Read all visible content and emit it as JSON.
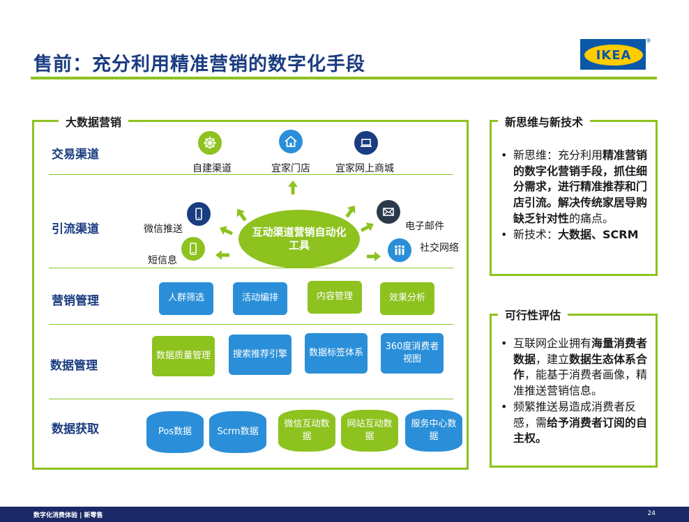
{
  "title": "售前：充分利用精准营销的数字化手段",
  "logo": {
    "text": "IKEA",
    "reg": "®"
  },
  "left_panel": {
    "title": "大数据营销",
    "rows": {
      "transaction": "交易渠道",
      "traffic": "引流渠道",
      "marketing": "营销管理",
      "data_mgmt": "数据管理",
      "data_acq": "数据获取"
    },
    "transaction_channels": [
      "自建渠道",
      "宜家门店",
      "宜家网上商城"
    ],
    "traffic_channels": {
      "wechat": "微信推送",
      "sms": "短信息",
      "email": "电子邮件",
      "social": "社交网络"
    },
    "hub": "互动渠道营销自动化工具",
    "marketing_items": [
      "人群筛选",
      "活动编排",
      "内容管理",
      "效果分析"
    ],
    "data_mgmt_items": [
      "数据质量管理",
      "搜索推荐引擎",
      "数据标签体系",
      "360度消费者视图"
    ],
    "data_acq_items": [
      "Pos数据",
      "Scrm数据",
      "微信互动数据",
      "网站互动数据",
      "服务中心数据"
    ]
  },
  "right_panel_1": {
    "title": "新思维与新技术",
    "b1_pre": "新思维：充分利用",
    "b1_bold": "精准营销的数字化营销手段，抓住细分需求，进行精准推荐和门店引流。解决传统家居导购缺乏针对性",
    "b1_post": "的痛点。",
    "b2_pre": "新技术：",
    "b2_bold": "大数据、SCRM"
  },
  "right_panel_2": {
    "title": "可行性评估",
    "b1_a": "互联网企业拥有",
    "b1_b": "海量消费者数据",
    "b1_c": "，建立",
    "b1_d": "数据生态体系合作",
    "b1_e": "，能基于消费者画像，精准推送营销信息。",
    "b2_a": "频繁推送易造成消费者反感，需",
    "b2_b": "给予消费者订阅的自主权。"
  },
  "footer": {
    "text": "数字化消费体验 | 新零售",
    "page": "24"
  },
  "colors": {
    "navy": "#1a3c80",
    "green": "#8dc21f",
    "blue": "#2a8fd8",
    "footer": "#1b2a66"
  },
  "icons": [
    "wheel-icon",
    "house-icon",
    "laptop-icon",
    "phone-icon",
    "phone-icon",
    "mail-icon",
    "people-icon"
  ]
}
